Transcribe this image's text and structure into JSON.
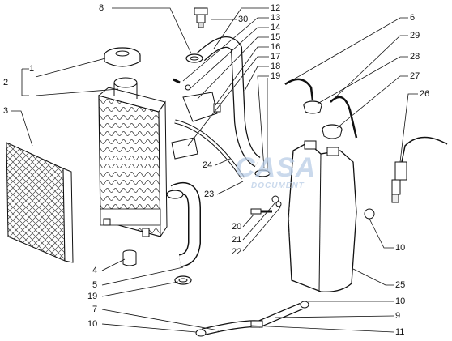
{
  "diagram": {
    "part_labels": {
      "l1": "1",
      "l2": "2",
      "l3": "3",
      "l4": "4",
      "l5": "5",
      "l6": "6",
      "l7": "7",
      "l8": "8",
      "l9": "9",
      "l10a": "10",
      "l10b": "10",
      "l10c": "10",
      "l11": "11",
      "l12": "12",
      "l13": "13",
      "l14": "14",
      "l15": "15",
      "l16": "16",
      "l17": "17",
      "l18": "18",
      "l19a": "19",
      "l19b": "19",
      "l20": "20",
      "l21": "21",
      "l22": "22",
      "l23": "23",
      "l24": "24",
      "l25": "25",
      "l26": "26",
      "l27": "27",
      "l28": "28",
      "l29": "29",
      "l30": "30"
    },
    "watermark": {
      "logo_text": "CASA",
      "sub_text": "DOCUMENT"
    },
    "colors": {
      "line": "#111111",
      "hatch": "#444444",
      "watermark": "#b9cde6"
    }
  }
}
